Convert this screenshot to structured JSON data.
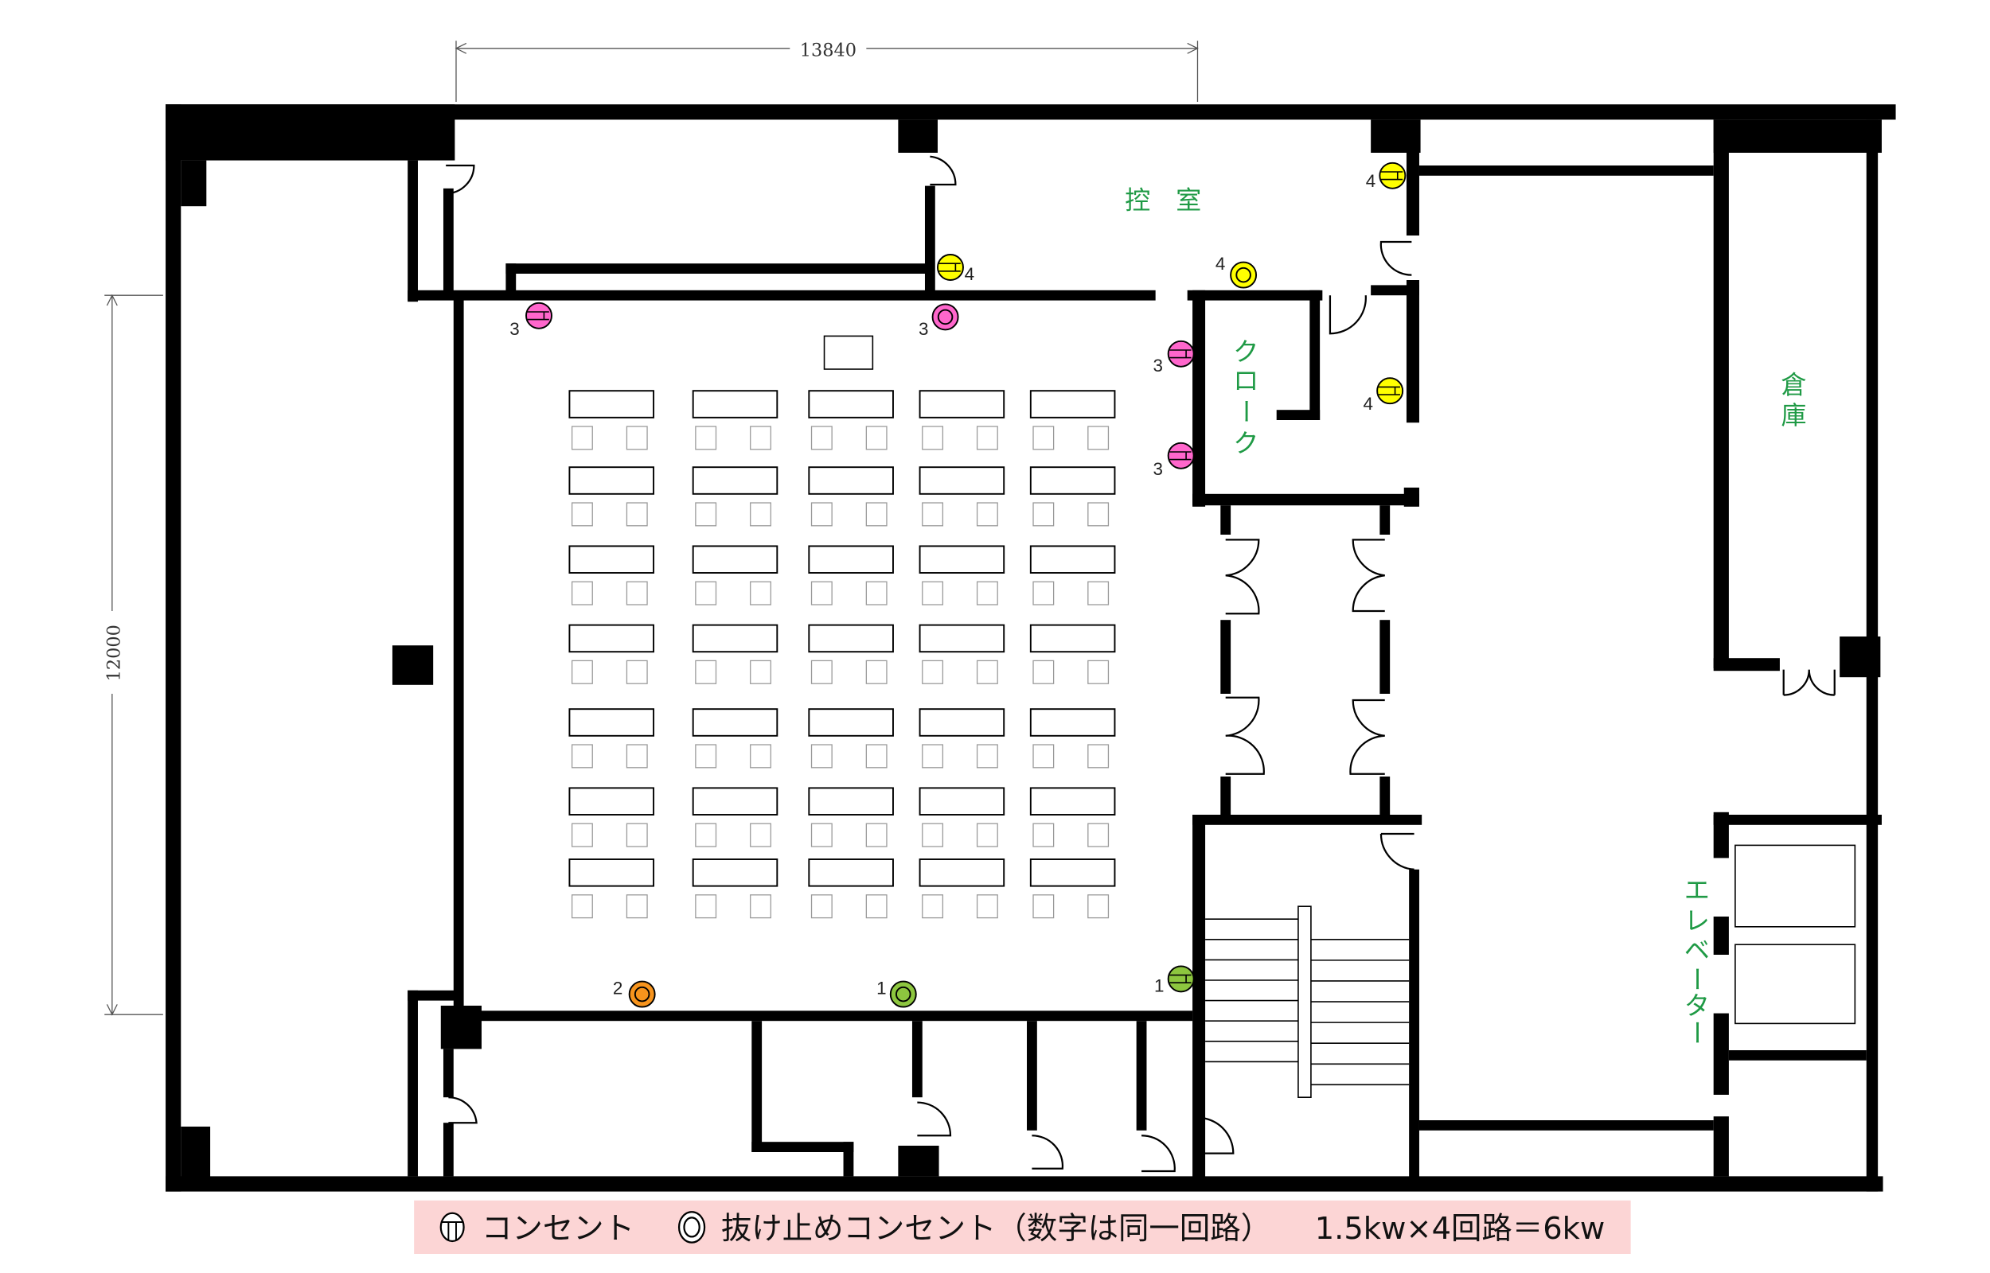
{
  "dimensions": {
    "width_label": "13840",
    "height_label": "12000"
  },
  "rooms": {
    "waiting_room": "控　室",
    "cloak": [
      "ク",
      "ロ",
      "ー",
      "ク"
    ],
    "storage": [
      "倉",
      "庫"
    ],
    "elevator": [
      "エ",
      "レ",
      "ベ",
      "ー",
      "タ",
      "ー"
    ]
  },
  "colors": {
    "wall": "#000000",
    "room_label": "#1f9a45",
    "legend_bg": "#fcd5d5",
    "circuit_1": "#8dc63f",
    "circuit_2": "#f7941d",
    "circuit_3": "#ff66cc",
    "circuit_4": "#ffff00"
  },
  "seating": {
    "columns": 5,
    "rows": 7,
    "chairs_per_table": 2
  },
  "outlets": [
    {
      "circuit": "4",
      "type": "outlet",
      "color": "#ffff00"
    },
    {
      "circuit": "4",
      "type": "outlet",
      "color": "#ffff00"
    },
    {
      "circuit": "4",
      "type": "locking-outlet",
      "color": "#ffff00"
    },
    {
      "circuit": "4",
      "type": "outlet",
      "color": "#ffff00"
    },
    {
      "circuit": "3",
      "type": "outlet",
      "color": "#ff66cc"
    },
    {
      "circuit": "3",
      "type": "locking-outlet",
      "color": "#ff66cc"
    },
    {
      "circuit": "3",
      "type": "outlet",
      "color": "#ff66cc"
    },
    {
      "circuit": "3",
      "type": "outlet",
      "color": "#ff66cc"
    },
    {
      "circuit": "2",
      "type": "locking-outlet",
      "color": "#f7941d"
    },
    {
      "circuit": "1",
      "type": "locking-outlet",
      "color": "#8dc63f"
    },
    {
      "circuit": "1",
      "type": "outlet",
      "color": "#8dc63f"
    }
  ],
  "legend": {
    "outlet": "コンセント",
    "locking_outlet": "抜け止めコンセント（数字は同一回路）",
    "capacity": "1.5kw×4回路＝6kw"
  }
}
